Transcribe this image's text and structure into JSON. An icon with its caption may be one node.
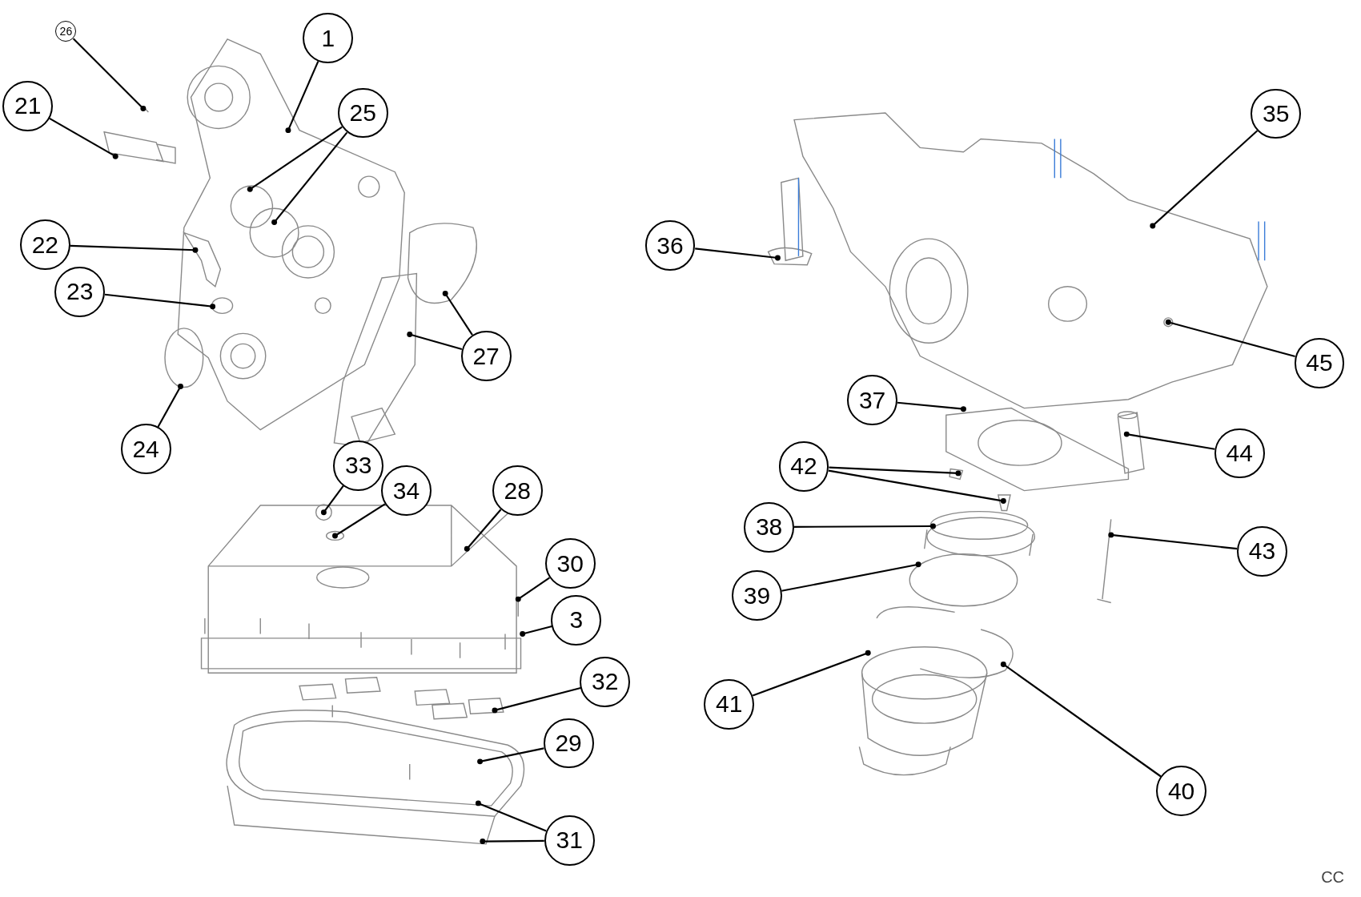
{
  "diagram": {
    "nodes": [
      {
        "text": [
          "26"
        ]
      },
      {
        "text": [
          "1"
        ]
      },
      {
        "text": [
          "21"
        ]
      },
      {
        "text": [
          "25"
        ]
      },
      {
        "text": [
          "22"
        ]
      },
      {
        "text": [
          "23"
        ]
      },
      {
        "text": [
          "24"
        ]
      },
      {
        "text": [
          "27"
        ]
      },
      {
        "text": [
          "33"
        ]
      },
      {
        "text": [
          "34"
        ]
      },
      {
        "text": [
          "28"
        ]
      },
      {
        "text": [
          "30"
        ]
      },
      {
        "text": [
          "3"
        ]
      },
      {
        "text": [
          "32"
        ]
      },
      {
        "text": [
          "29"
        ]
      },
      {
        "text": [
          "31"
        ]
      },
      {
        "text": [
          "35"
        ]
      },
      {
        "text": [
          "36"
        ]
      },
      {
        "text": [
          "45"
        ]
      },
      {
        "text": [
          "37"
        ]
      },
      {
        "text": [
          "42"
        ]
      },
      {
        "text": [
          "44"
        ]
      },
      {
        "text": [
          "38"
        ]
      },
      {
        "text": [
          "43"
        ]
      },
      {
        "text": [
          "39"
        ]
      },
      {
        "text": [
          "41"
        ]
      },
      {
        "text": [
          "40"
        ]
      }
    ],
    "edges": [
      {
        "from": 0,
        "to": null,
        "arrow": "other"
      },
      {
        "from": 1,
        "to": null,
        "arrow": "other"
      },
      {
        "from": 2,
        "to": null,
        "arrow": "other"
      },
      {
        "from": 3,
        "to": null,
        "arrow": "other"
      },
      {
        "from": 3,
        "to": null,
        "arrow": "other"
      },
      {
        "from": 4,
        "to": null,
        "arrow": "other"
      },
      {
        "from": 5,
        "to": null,
        "arrow": "other"
      },
      {
        "from": 6,
        "to": null,
        "arrow": "other"
      },
      {
        "from": 7,
        "to": null,
        "arrow": "other"
      },
      {
        "from": 7,
        "to": null,
        "arrow": "other"
      },
      {
        "from": 8,
        "to": null,
        "arrow": "other"
      },
      {
        "from": 9,
        "to": null,
        "arrow": "other"
      },
      {
        "from": 10,
        "to": null,
        "arrow": "other"
      },
      {
        "from": 11,
        "to": null,
        "arrow": "other"
      },
      {
        "from": 12,
        "to": null,
        "arrow": "other"
      },
      {
        "from": 13,
        "to": null,
        "arrow": "other"
      },
      {
        "from": 14,
        "to": null,
        "arrow": "other"
      },
      {
        "from": 15,
        "to": null,
        "arrow": "other"
      },
      {
        "from": 15,
        "to": null,
        "arrow": "other"
      },
      {
        "from": 16,
        "to": null,
        "arrow": "other"
      },
      {
        "from": 17,
        "to": null,
        "arrow": "other"
      },
      {
        "from": 18,
        "to": null,
        "arrow": "other"
      },
      {
        "from": 19,
        "to": null,
        "arrow": "other"
      },
      {
        "from": 20,
        "to": null,
        "arrow": "other"
      },
      {
        "from": 20,
        "to": null,
        "arrow": "other"
      },
      {
        "from": 21,
        "to": null,
        "arrow": "other"
      },
      {
        "from": 22,
        "to": null,
        "arrow": "other"
      },
      {
        "from": 23,
        "to": null,
        "arrow": "other"
      },
      {
        "from": 24,
        "to": null,
        "arrow": "other"
      },
      {
        "from": 25,
        "to": null,
        "arrow": "other"
      },
      {
        "from": 26,
        "to": null,
        "arrow": "other"
      }
    ],
    "labels": [
      "CC"
    ]
  }
}
